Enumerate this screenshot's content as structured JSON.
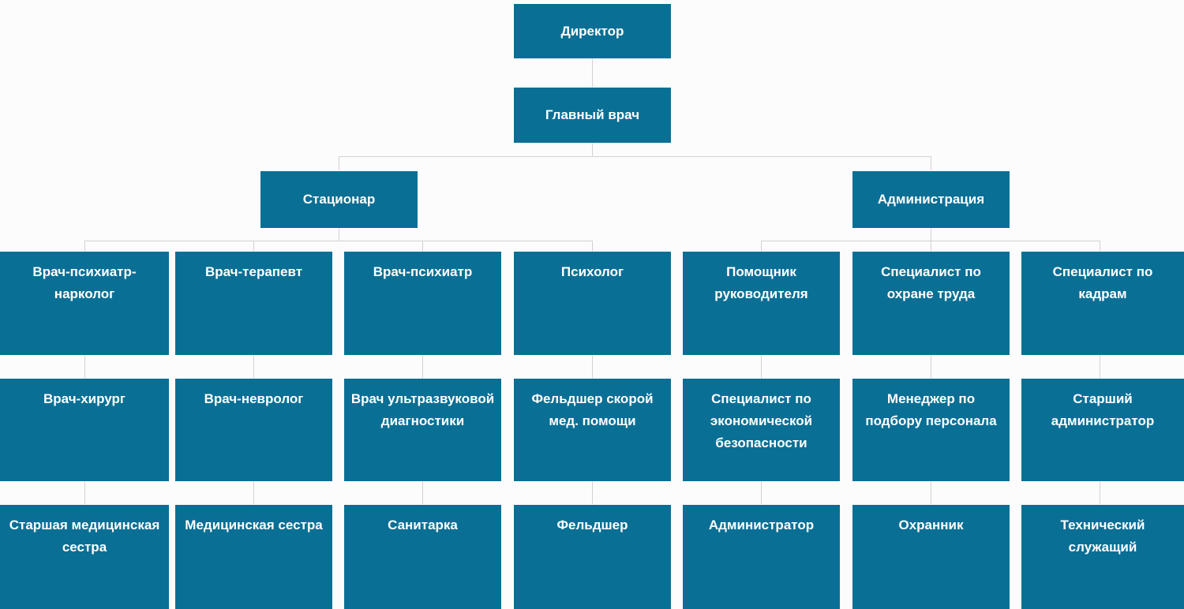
{
  "chart_data": {
    "type": "diagram",
    "title": "",
    "diagram_kind": "organizational-chart",
    "orientation": "top-down",
    "colors": {
      "node_fill": "#0a6f95",
      "node_text": "#ffffff",
      "connector": "#d2d2d2",
      "background": "#fdfcfc"
    },
    "levels": [
      {
        "level": 1,
        "nodes": [
          "Директор"
        ]
      },
      {
        "level": 2,
        "nodes": [
          "Главный врач"
        ]
      },
      {
        "level": 3,
        "nodes": [
          "Стационар",
          "Администрация"
        ]
      },
      {
        "level": 4,
        "nodes": [
          "Врач-психиатр-нарколог",
          "Врач-терапевт",
          "Врач-психиатр",
          "Психолог",
          "Помощник руководителя",
          "Специалист по охране труда",
          "Специалист по кадрам"
        ]
      },
      {
        "level": 5,
        "nodes": [
          "Врач-хирург",
          "Врач-невролог",
          "Врач ультразвуковой диагностики",
          "Фельдшер скорой мед. помощи",
          "Специалист по экономической безопасности",
          "Менеджер по подбору персонала",
          "Старший администратор"
        ]
      },
      {
        "level": 6,
        "nodes": [
          "Старшая медицинская сестра",
          "Медицинская сестра",
          "Санитарка",
          "Фельдшер",
          "Администратор",
          "Охранник",
          "Технический служащий"
        ]
      }
    ],
    "edges": [
      {
        "from": "Директор",
        "to": "Главный врач"
      },
      {
        "from": "Главный врач",
        "to": "Стационар"
      },
      {
        "from": "Главный врач",
        "to": "Администрация"
      },
      {
        "from": "Стационар",
        "to": "Врач-психиатр-нарколог"
      },
      {
        "from": "Стационар",
        "to": "Врач-терапевт"
      },
      {
        "from": "Стационар",
        "to": "Врач-психиатр"
      },
      {
        "from": "Стационар",
        "to": "Психолог"
      },
      {
        "from": "Администрация",
        "to": "Помощник руководителя"
      },
      {
        "from": "Администрация",
        "to": "Специалист по охране труда"
      },
      {
        "from": "Администрация",
        "to": "Специалист по кадрам"
      },
      {
        "from": "Врач-психиатр-нарколог",
        "to": "Врач-хирург"
      },
      {
        "from": "Врач-терапевт",
        "to": "Врач-невролог"
      },
      {
        "from": "Врач-психиатр",
        "to": "Врач ультразвуковой диагностики"
      },
      {
        "from": "Психолог",
        "to": "Фельдшер скорой мед. помощи"
      },
      {
        "from": "Помощник руководителя",
        "to": "Специалист по экономической безопасности"
      },
      {
        "from": "Специалист по охране труда",
        "to": "Менеджер по подбору персонала"
      },
      {
        "from": "Специалист по кадрам",
        "to": "Старший администратор"
      },
      {
        "from": "Врач-хирург",
        "to": "Старшая медицинская сестра"
      },
      {
        "from": "Врач-невролог",
        "to": "Медицинская сестра"
      },
      {
        "from": "Врач ультразвуковой диагностики",
        "to": "Санитарка"
      },
      {
        "from": "Фельдшер скорой мед. помощи",
        "to": "Фельдшер"
      },
      {
        "from": "Специалист по экономической безопасности",
        "to": "Администратор"
      },
      {
        "from": "Менеджер по подбору персонала",
        "to": "Охранник"
      },
      {
        "from": "Старший администратор",
        "to": "Технический служащий"
      }
    ]
  },
  "nodes": {
    "director": "Директор",
    "chief_doctor": "Главный врач",
    "hospital": "Стационар",
    "administration": "Администрация",
    "r1c1": "Врач-психиатр-нарколог",
    "r1c2": "Врач-терапевт",
    "r1c3": "Врач-психиатр",
    "r1c4": "Психолог",
    "r1c5": "Помощник руководителя",
    "r1c6": "Специалист по охране труда",
    "r1c7": "Специалист по кадрам",
    "r2c1": "Врач-хирург",
    "r2c2": "Врач-невролог",
    "r2c3": "Врач ультразвуковой диагностики",
    "r2c4": "Фельдшер скорой мед. помощи",
    "r2c5": "Специалист по экономической безопасности",
    "r2c6": "Менеджер по подбору персонала",
    "r2c7": "Старший администратор",
    "r3c1": "Старшая медицинская сестра",
    "r3c2": "Медицинская сестра",
    "r3c3": "Санитарка",
    "r3c4": "Фельдшер",
    "r3c5": "Администратор",
    "r3c6": "Охранник",
    "r3c7": "Технический служащий"
  }
}
